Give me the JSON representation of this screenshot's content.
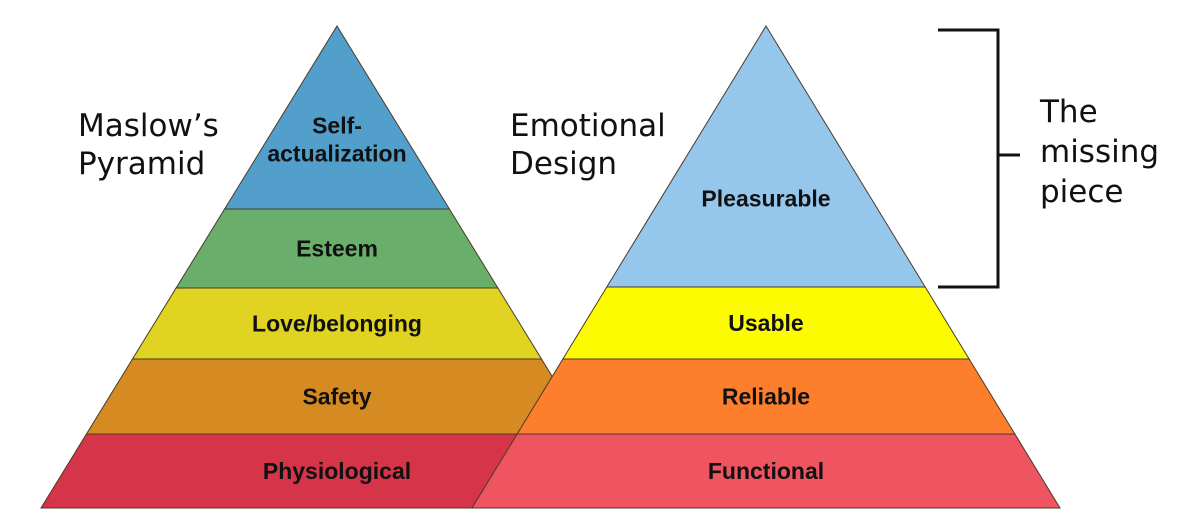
{
  "left_pyramid": {
    "title_lines": [
      "Maslow’s",
      "Pyramid"
    ],
    "layers": [
      {
        "label_lines": [
          "Self-",
          "actualization"
        ],
        "color": "#529fcc"
      },
      {
        "label_lines": [
          "Esteem"
        ],
        "color": "#69ae6b"
      },
      {
        "label_lines": [
          "Love/belonging"
        ],
        "color": "#e0d322"
      },
      {
        "label_lines": [
          "Safety"
        ],
        "color": "#d68a22"
      },
      {
        "label_lines": [
          "Physiological"
        ],
        "color": "#d53449"
      }
    ]
  },
  "right_pyramid": {
    "title_lines": [
      "Emotional",
      "Design"
    ],
    "layers": [
      {
        "label_lines": [
          "Pleasurable"
        ],
        "color": "#94c7eb"
      },
      {
        "label_lines": [
          "Usable"
        ],
        "color": "#fdfb02"
      },
      {
        "label_lines": [
          "Reliable"
        ],
        "color": "#fd7e2c"
      },
      {
        "label_lines": [
          "Functional"
        ],
        "color": "#ef5461"
      }
    ]
  },
  "bracket": {
    "label_lines": [
      "The",
      "missing",
      "piece"
    ]
  }
}
